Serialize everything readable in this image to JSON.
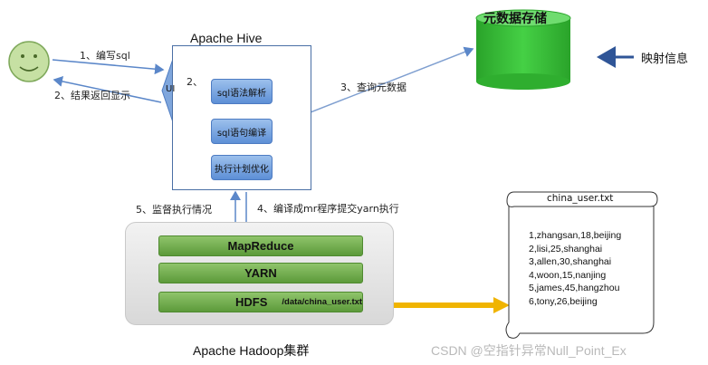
{
  "hive": {
    "title": "Apache Hive",
    "ui_label": "UI",
    "steps": [
      "sql语法解析",
      "sql语句编译",
      "执行计划优化"
    ]
  },
  "metadata_store": {
    "label": "元数据存储",
    "mapping_label": "映射信息"
  },
  "arrows": {
    "write_sql": "1、编写sql",
    "result_display": "2、结果返回显示",
    "step2": "2、",
    "query_metadata": "3、查询元数据",
    "compile_submit": "4、编译成mr程序提交yarn执行",
    "monitor": "5、监督执行情况"
  },
  "hadoop": {
    "title": "Apache Hadoop集群",
    "layers": [
      "MapReduce",
      "YARN",
      "HDFS"
    ],
    "hdfs_path": "/data/china_user.txt"
  },
  "file": {
    "name": "china_user.txt",
    "lines": [
      "1,zhangsan,18,beijing",
      "2,lisi,25,shanghai",
      "3,allen,30,shanghai",
      "4,woon,15,nanjing",
      "5,james,45,hangzhou",
      "6,tony,26,beijing"
    ]
  },
  "watermark": "CSDN @空指针异常Null_Point_Ex",
  "colors": {
    "user_face": "#c6e0a3",
    "cylinder": "#3fbf3f",
    "step_fill": "#7aa6e3",
    "hadoop_layer": "#6aa84f",
    "file_arrow": "#f0b400",
    "diamond": "#7fa6dc"
  }
}
